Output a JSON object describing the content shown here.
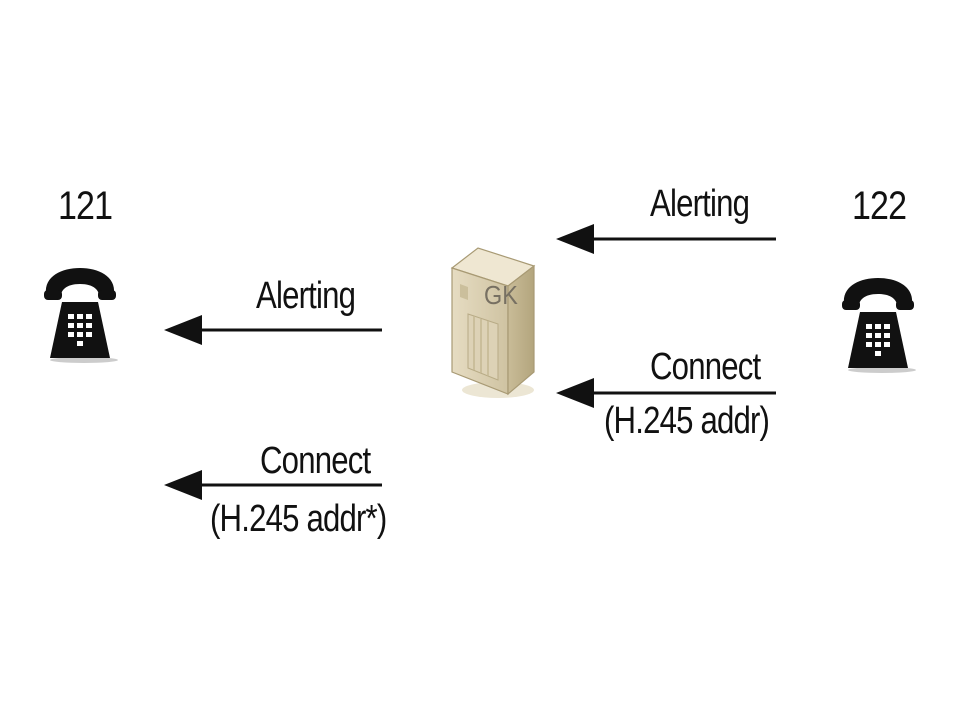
{
  "endpoints": {
    "left": {
      "number": "121"
    },
    "right": {
      "number": "122"
    }
  },
  "gatekeeper": {
    "label": "GK"
  },
  "messages": {
    "right_alerting": {
      "label": "Alerting"
    },
    "right_connect": {
      "label": "Connect",
      "sublabel": "(H.245 addr)"
    },
    "left_alerting": {
      "label": "Alerting"
    },
    "left_connect": {
      "label": "Connect",
      "sublabel": "(H.245 addr*)"
    }
  },
  "icons": {
    "endpoint": "telephone-icon",
    "gatekeeper": "server-icon",
    "arrow": "arrow-left-icon"
  },
  "colors": {
    "ink": "#111111",
    "server": "#d9cfb4",
    "server_dark": "#a89a74"
  }
}
